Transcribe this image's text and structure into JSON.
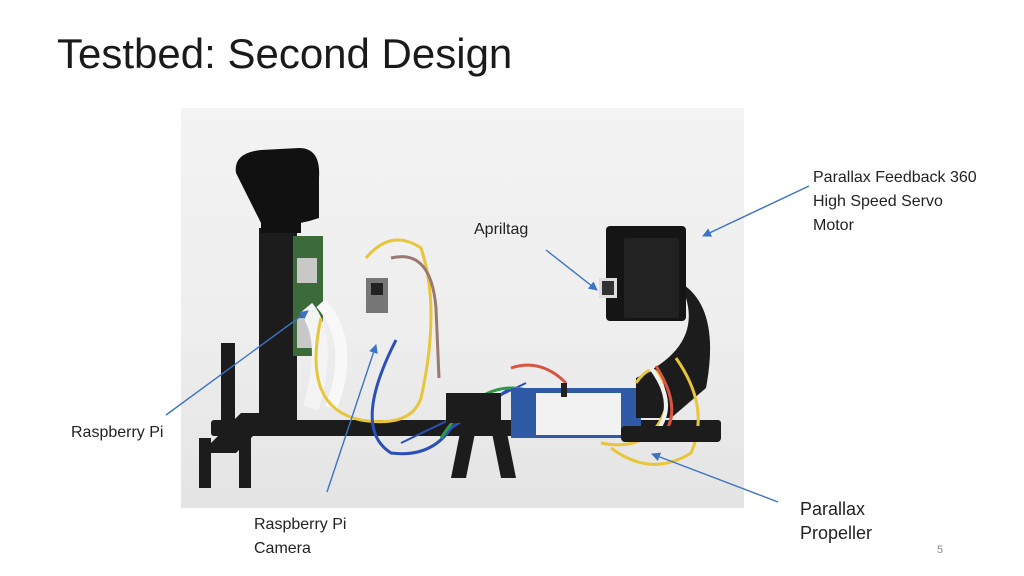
{
  "slide": {
    "title": "Testbed: Second Design",
    "page_number": "5"
  },
  "labels": {
    "apriltag": "Apriltag",
    "servo": [
      "Parallax Feedback 360",
      "High Speed Servo",
      "Motor"
    ],
    "raspberry_pi": "Raspberry Pi",
    "pi_camera": [
      "Raspberry Pi",
      "Camera"
    ],
    "propeller": [
      "Parallax",
      "Propeller"
    ]
  },
  "colors": {
    "arrow": "#3b74c4",
    "frame": "#1c1c1c",
    "wire_yellow": "#e8c53a",
    "wire_red": "#d8553f",
    "wire_blue": "#2b4fb8",
    "wire_green": "#2e9a4a"
  }
}
